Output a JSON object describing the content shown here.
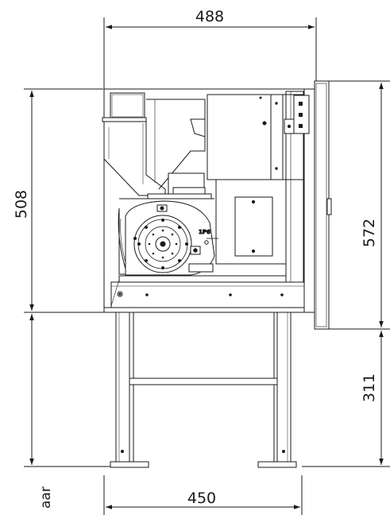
{
  "dimensions": {
    "width_top": "488",
    "height_body": "508",
    "height_total": "572",
    "height_stand": "311",
    "width_bottom": "450"
  },
  "labels": {
    "burner_marking": "1P6",
    "cut_text": "aar"
  },
  "colors": {
    "line": "#1a1a1a",
    "background": "#ffffff"
  }
}
